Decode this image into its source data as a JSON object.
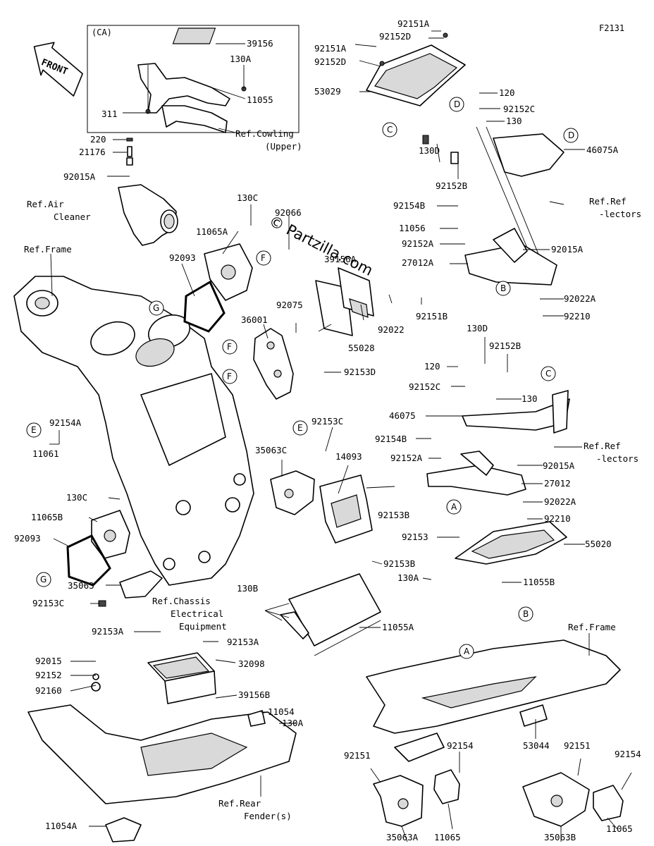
{
  "figure_code": "F2131",
  "watermark": "© Partzilla.com",
  "front_label": "FRONT",
  "ca_label": "(CA)",
  "reference_letters": [
    "A",
    "B",
    "C",
    "D",
    "E",
    "F",
    "G"
  ],
  "callouts": [
    {
      "id": "c1",
      "text": "39156"
    },
    {
      "id": "c2",
      "text": "130A"
    },
    {
      "id": "c3",
      "text": "11055"
    },
    {
      "id": "c4",
      "text": "311"
    },
    {
      "id": "c5",
      "text": "Ref.Cowling"
    },
    {
      "id": "c6",
      "text": "(Upper)"
    },
    {
      "id": "c7",
      "text": "220"
    },
    {
      "id": "c8",
      "text": "21176"
    },
    {
      "id": "c9",
      "text": "92015A"
    },
    {
      "id": "c10",
      "text": "Ref.Air"
    },
    {
      "id": "c11",
      "text": "Cleaner"
    },
    {
      "id": "c12",
      "text": "Ref.Frame"
    },
    {
      "id": "c13",
      "text": "130C"
    },
    {
      "id": "c14",
      "text": "11065A"
    },
    {
      "id": "c15",
      "text": "92093"
    },
    {
      "id": "c16",
      "text": "92066"
    },
    {
      "id": "c17",
      "text": "39156A"
    },
    {
      "id": "c18",
      "text": "92075"
    },
    {
      "id": "c19",
      "text": "36001"
    },
    {
      "id": "c20",
      "text": "92022"
    },
    {
      "id": "c21",
      "text": "92151B"
    },
    {
      "id": "c22",
      "text": "55028"
    },
    {
      "id": "c23",
      "text": "92153D"
    },
    {
      "id": "c24",
      "text": "92154A"
    },
    {
      "id": "c25",
      "text": "11061"
    },
    {
      "id": "c26",
      "text": "130C"
    },
    {
      "id": "c27",
      "text": "11065B"
    },
    {
      "id": "c28",
      "text": "92093"
    },
    {
      "id": "c29",
      "text": "35063C"
    },
    {
      "id": "c30",
      "text": "92153C"
    },
    {
      "id": "c31",
      "text": "14093"
    },
    {
      "id": "c32",
      "text": "92153B"
    },
    {
      "id": "c33",
      "text": "92153B"
    },
    {
      "id": "c34",
      "text": "35063"
    },
    {
      "id": "c35",
      "text": "92153C"
    },
    {
      "id": "c36",
      "text": "130B"
    },
    {
      "id": "c37",
      "text": "Ref.Chassis"
    },
    {
      "id": "c38",
      "text": "Electrical"
    },
    {
      "id": "c39",
      "text": "Equipment"
    },
    {
      "id": "c40",
      "text": "11055A"
    },
    {
      "id": "c41",
      "text": "92153A"
    },
    {
      "id": "c42",
      "text": "92153A"
    },
    {
      "id": "c43",
      "text": "32098"
    },
    {
      "id": "c44",
      "text": "92015"
    },
    {
      "id": "c45",
      "text": "92152"
    },
    {
      "id": "c46",
      "text": "92160"
    },
    {
      "id": "c47",
      "text": "39156B"
    },
    {
      "id": "c48",
      "text": "11054"
    },
    {
      "id": "c49",
      "text": "130A"
    },
    {
      "id": "c50",
      "text": "11054A"
    },
    {
      "id": "c51",
      "text": "Ref.Rear"
    },
    {
      "id": "c52",
      "text": "Fender(s)"
    },
    {
      "id": "c53",
      "text": "92151A"
    },
    {
      "id": "c54",
      "text": "92152D"
    },
    {
      "id": "c55",
      "text": "92151A"
    },
    {
      "id": "c56",
      "text": "92152D"
    },
    {
      "id": "c57",
      "text": "53029"
    },
    {
      "id": "c58",
      "text": "120"
    },
    {
      "id": "c59",
      "text": "92152C"
    },
    {
      "id": "c60",
      "text": "130"
    },
    {
      "id": "c61",
      "text": "130D"
    },
    {
      "id": "c62",
      "text": "92152B"
    },
    {
      "id": "c63",
      "text": "46075A"
    },
    {
      "id": "c64",
      "text": "Ref.Ref"
    },
    {
      "id": "c65",
      "text": "-lectors"
    },
    {
      "id": "c66",
      "text": "92154B"
    },
    {
      "id": "c67",
      "text": "11056"
    },
    {
      "id": "c68",
      "text": "92152A"
    },
    {
      "id": "c69",
      "text": "92015A"
    },
    {
      "id": "c70",
      "text": "27012A"
    },
    {
      "id": "c71",
      "text": "92022A"
    },
    {
      "id": "c72",
      "text": "92210"
    },
    {
      "id": "c73",
      "text": "130D"
    },
    {
      "id": "c74",
      "text": "92152B"
    },
    {
      "id": "c75",
      "text": "120"
    },
    {
      "id": "c76",
      "text": "92152C"
    },
    {
      "id": "c77",
      "text": "130"
    },
    {
      "id": "c78",
      "text": "46075"
    },
    {
      "id": "c79",
      "text": "Ref.Ref"
    },
    {
      "id": "c80",
      "text": "-lectors"
    },
    {
      "id": "c81",
      "text": "92154B"
    },
    {
      "id": "c82",
      "text": "92152A"
    },
    {
      "id": "c83",
      "text": "92015A"
    },
    {
      "id": "c84",
      "text": "27012"
    },
    {
      "id": "c85",
      "text": "92022A"
    },
    {
      "id": "c86",
      "text": "92210"
    },
    {
      "id": "c87",
      "text": "92153"
    },
    {
      "id": "c88",
      "text": "55020"
    },
    {
      "id": "c89",
      "text": "130A"
    },
    {
      "id": "c90",
      "text": "11055B"
    },
    {
      "id": "c91",
      "text": "Ref.Frame"
    },
    {
      "id": "c92",
      "text": "92151"
    },
    {
      "id": "c93",
      "text": "92154"
    },
    {
      "id": "c94",
      "text": "53044"
    },
    {
      "id": "c95",
      "text": "92151"
    },
    {
      "id": "c96",
      "text": "92154"
    },
    {
      "id": "c97",
      "text": "35063A"
    },
    {
      "id": "c98",
      "text": "11065"
    },
    {
      "id": "c99",
      "text": "35063B"
    },
    {
      "id": "c100",
      "text": "11065"
    }
  ]
}
